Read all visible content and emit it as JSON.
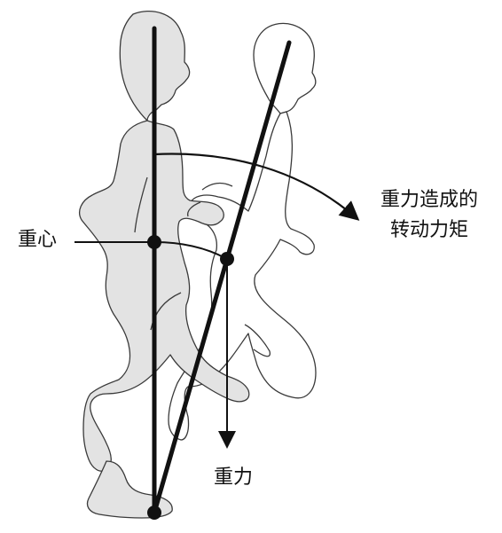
{
  "labels": {
    "center_of_gravity": "重心",
    "torque_line1": "重力造成的",
    "torque_line2": "转动力矩",
    "gravity": "重力"
  },
  "colors": {
    "figure_fill": "#e3e3e3",
    "outline": "#3a3a3a",
    "line": "#111111",
    "background": "#ffffff"
  }
}
